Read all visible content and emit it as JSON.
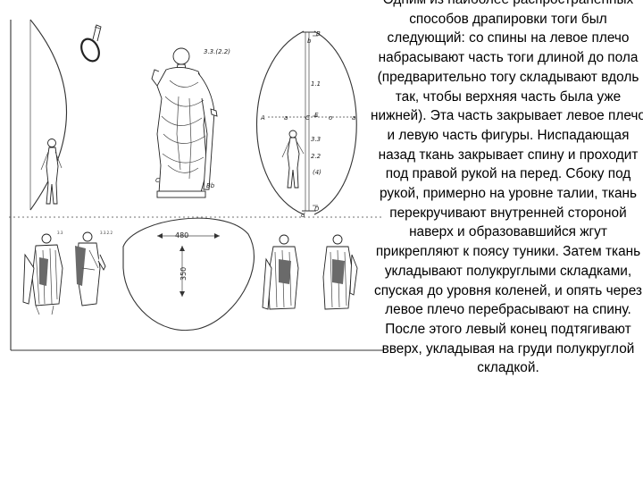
{
  "description_text": "Одним из наиболее распространенных способов драпировки тоги был следующий: со спины на левое плечо набрасывают часть тоги длиной до пола (предварительно тогу складывают вдоль так, чтобы верхняя часть была уже нижней). Эта часть закрывает левое плечо и левую часть фигуры. Ниспадающая назад ткань закрывает спину и проходит под правой рукой на перед. Сбоку под рукой, примерно на уровне талии, ткань перекручивают внутренней стороной наверх и образовавшийся жгут прикрепляют к поясу туники. Затем ткань укладывают полукруглыми складками, спуская до уровня коленей, и опять через левое плечо перебрасывают на спину. После этого левый конец подтягивают вверх, укладывая на груди полукруглой складкой.",
  "diagram": {
    "statue_label": "3.3.(2.2)",
    "statue_letter_c": "C",
    "statue_letter_bb": "Bb",
    "oval_letters": {
      "b_top": "b",
      "B_top": "B",
      "A": "A",
      "a_left": "a",
      "C": "C",
      "E": "E",
      "o": "o",
      "a_right": "a",
      "D": "D",
      "d": "d"
    },
    "oval_measures": [
      "1.1",
      "3.3",
      "2.2",
      "(4)"
    ],
    "pattern_width": "480",
    "pattern_height": "350",
    "small_label_1": "3.3",
    "small_label_2": "3.3.2.2"
  }
}
